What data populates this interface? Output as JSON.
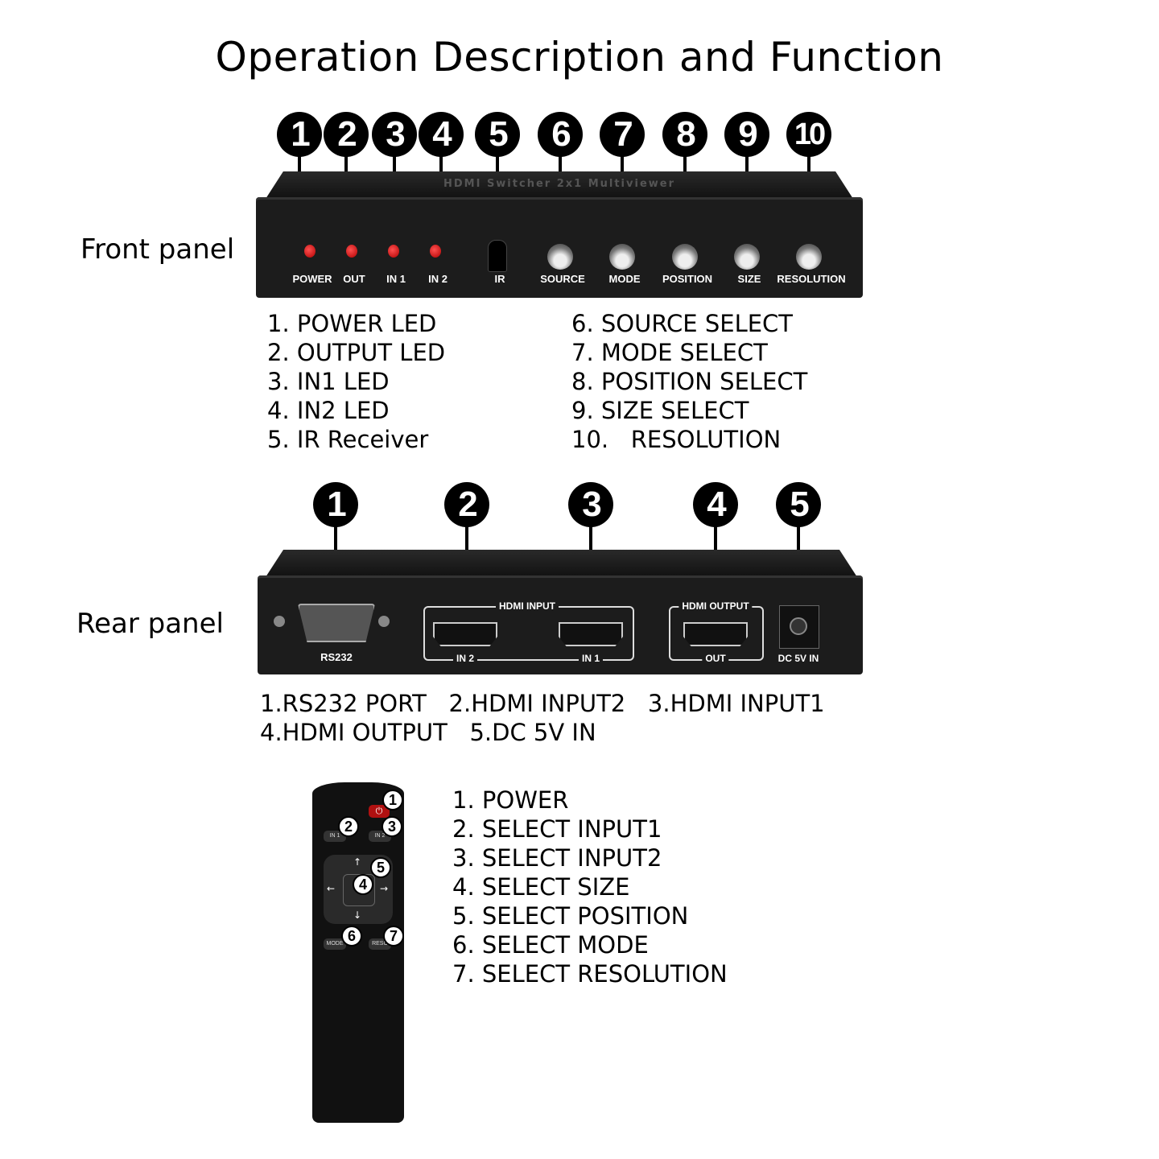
{
  "title": "Operation Description and Function",
  "front": {
    "side_label": "Front panel",
    "device_name": "HDMI Switcher 2x1 Multiviewer",
    "callouts": [
      "1",
      "2",
      "3",
      "4",
      "5",
      "6",
      "7",
      "8",
      "9",
      "10"
    ],
    "panel_labels": [
      "POWER",
      "OUT",
      "IN 1",
      "IN 2",
      "IR",
      "SOURCE",
      "MODE",
      "POSITION",
      "SIZE",
      "RESOLUTION"
    ],
    "list_left": [
      "1. POWER LED",
      "2. OUTPUT LED",
      "3. IN1 LED",
      "4. IN2 LED",
      "5. IR Receiver"
    ],
    "list_right": [
      "6. SOURCE SELECT",
      "7. MODE SELECT",
      "8. POSITION SELECT",
      "9. SIZE SELECT",
      "10.   RESOLUTION"
    ]
  },
  "rear": {
    "side_label": "Rear panel",
    "callouts": [
      "1",
      "2",
      "3",
      "4",
      "5"
    ],
    "panel_labels": {
      "rs232": "RS232",
      "hdmi_input": "HDMI INPUT",
      "in2": "IN 2",
      "in1": "IN 1",
      "hdmi_output": "HDMI OUTPUT",
      "out": "OUT",
      "dc": "DC 5V IN"
    },
    "list": [
      "1.RS232 PORT   2.HDMI INPUT2   3.HDMI INPUT1",
      "4.HDMI OUTPUT   5.DC 5V IN"
    ]
  },
  "remote": {
    "callouts": [
      "1",
      "2",
      "3",
      "4",
      "5",
      "6",
      "7"
    ],
    "buttons": {
      "in1": "IN 1",
      "in2": "IN 2",
      "mode": "MODE",
      "reso": "RESO"
    },
    "list": [
      "1. POWER",
      "2. SELECT INPUT1",
      "3. SELECT INPUT2",
      "4. SELECT SIZE",
      "5. SELECT POSITION",
      "6. SELECT MODE",
      "7. SELECT RESOLUTION"
    ]
  }
}
